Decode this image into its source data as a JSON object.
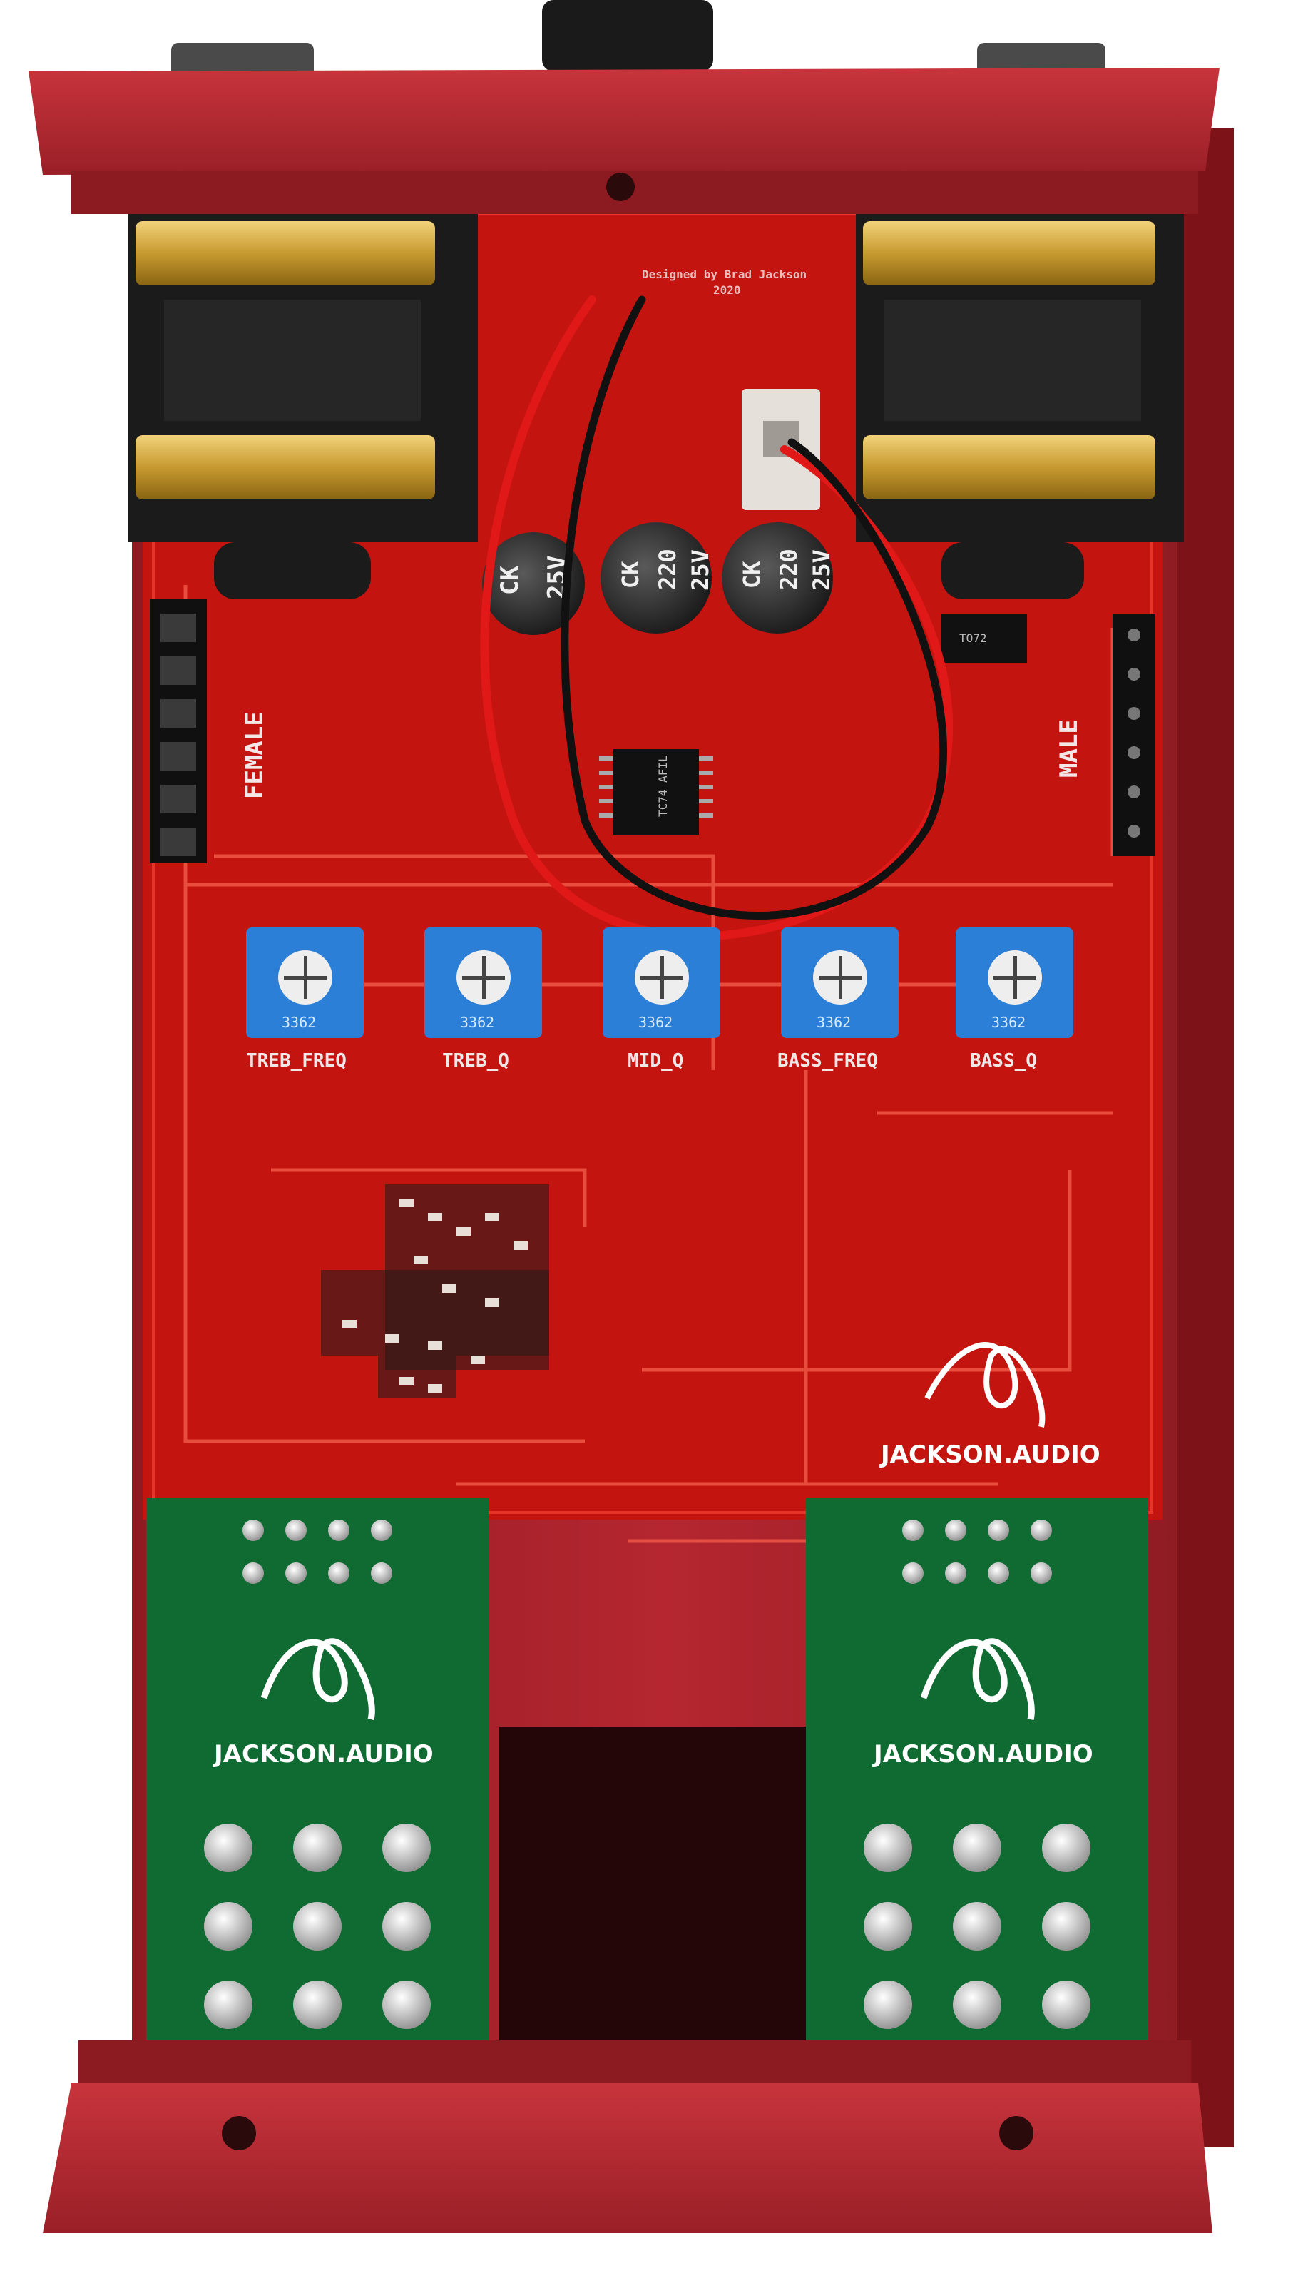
{
  "board": {
    "header_female": "FEMALE",
    "header_male": "MALE",
    "designer_credit": "Designed by Brad Jackson",
    "year_text": "2020",
    "opamp_marking": "TO72",
    "ic_marking": "TC74 AFIL",
    "trimpots": [
      {
        "label": "TREB_FREQ",
        "code": "3362"
      },
      {
        "label": "TREB_Q",
        "code": "3362"
      },
      {
        "label": "MID_Q",
        "code": "3362"
      },
      {
        "label": "BASS_FREQ",
        "code": "3362"
      },
      {
        "label": "BASS_Q",
        "code": "3362"
      }
    ],
    "capacitors": [
      {
        "line1": "CK",
        "line2": "25V"
      },
      {
        "line1": "CK",
        "line2": "220",
        "line3": "25V"
      },
      {
        "line1": "CK",
        "line2": "220",
        "line3": "25V"
      }
    ],
    "brand_main": "JACKSON.AUDIO",
    "brand_left_switch": "JACKSON.AUDIO",
    "brand_right_switch": "JACKSON.AUDIO"
  },
  "colors": {
    "enclosure": "#b8232b",
    "pcb": "#c4140f",
    "switch_pcb": "#0f6b32",
    "trimpot": "#2c7fd6",
    "jack_gold": "#c9a23a"
  }
}
